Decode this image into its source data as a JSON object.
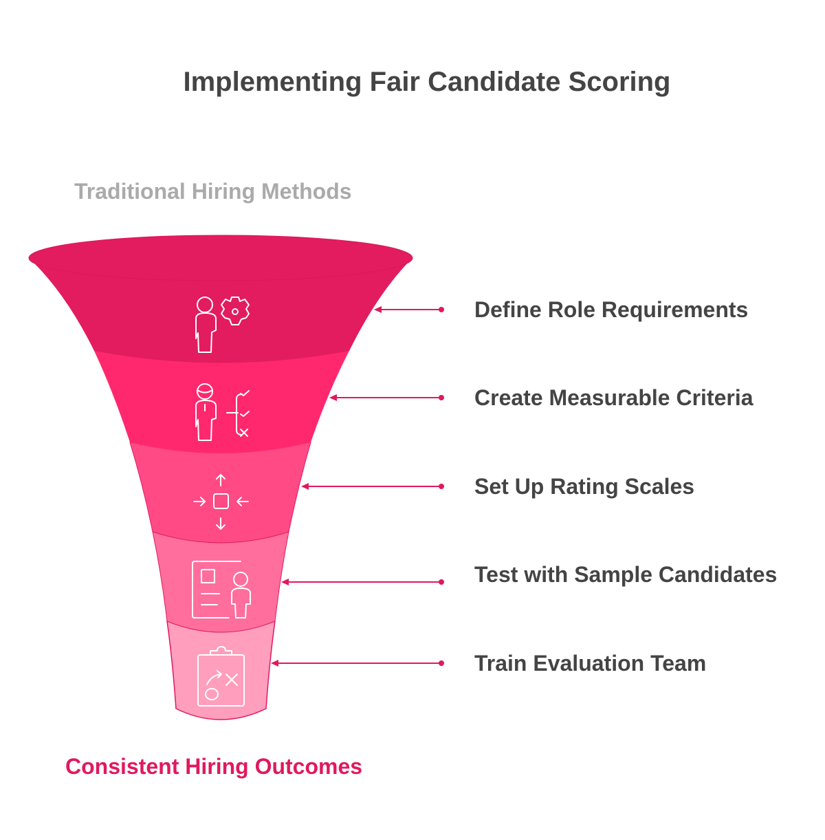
{
  "title": "Implementing Fair Candidate Scoring",
  "funnel": {
    "top_label": "Traditional Hiring Methods",
    "bottom_label": "Consistent Hiring Outcomes",
    "stages": [
      {
        "label": "Define Role Requirements",
        "icon": "person-gear-icon",
        "color": "#e21c5e"
      },
      {
        "label": "Create Measurable Criteria",
        "icon": "person-checklist-icon",
        "color": "#ff286f"
      },
      {
        "label": "Set Up Rating Scales",
        "icon": "focus-arrows-icon",
        "color": "#ff4a85"
      },
      {
        "label": "Test with Sample Candidates",
        "icon": "profile-card-icon",
        "color": "#ff6e9c"
      },
      {
        "label": "Train Evaluation Team",
        "icon": "clipboard-strategy-icon",
        "color": "#ff9ebd"
      }
    ],
    "accent_color": "#e0195f"
  }
}
